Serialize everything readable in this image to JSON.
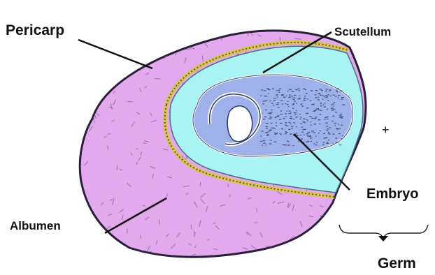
{
  "labels": {
    "pericarp": "Pericarp",
    "scutellum": "Scutellum",
    "embryo": "Embryo",
    "albumen": "Albumen",
    "germ": "Germ"
  },
  "colors": {
    "pericarp_outline": "#2a1f3a",
    "albumen_fill": "#e4a8ee",
    "scutellum_fill": "#a9f3f3",
    "aleurone_band": "#d6c35a",
    "embryo_fill": "#9eb1ea",
    "embryo_core": "#ffffff",
    "leader_lines": "#111111"
  }
}
